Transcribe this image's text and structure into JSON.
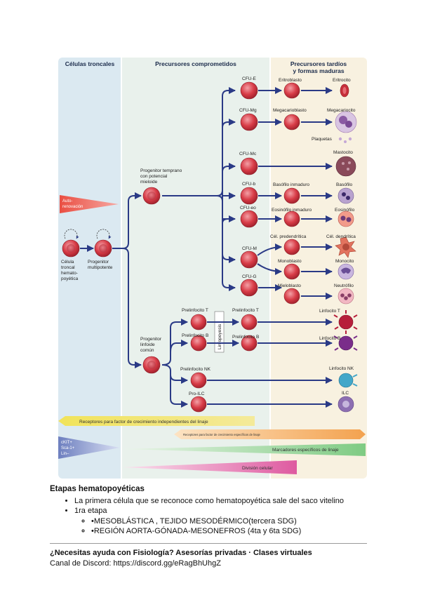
{
  "columns": {
    "stem": "Células troncales",
    "committed": "Precursores comprometidos",
    "late_line1": "Precursores tardíos",
    "late_line2": "y formas maduras"
  },
  "stem_labels": {
    "hsc": [
      "Célula",
      "troncal",
      "hemato-",
      "poyética"
    ],
    "mpp": [
      "Progenitor",
      "multipotente"
    ],
    "self_renewal": [
      "Auto-",
      "renovación"
    ],
    "markers": [
      "cKIT+",
      "Sca-1+",
      "Lin–"
    ]
  },
  "progenitors": {
    "myeloid": [
      "Progenitor temprano",
      "con potencial",
      "mieloide"
    ],
    "lymphoid": [
      "Progenitor",
      "linfoide",
      "común"
    ]
  },
  "cfu": {
    "e": "CFU-E",
    "mg": "CFU-Mg",
    "mc": "CFU-Mc",
    "b": "CFU-b",
    "eo": "CFU-eo",
    "m": "CFU-M",
    "g": "CFU-G"
  },
  "lymph_precursors": {
    "t": "Prelinfocito T",
    "b": "Prelinfocito B",
    "nk": "Prelinfocito NK",
    "ilc": "Pro-ILC",
    "t2": "Prelinfocito T",
    "b2": "Prelinfocito B",
    "lymphopoiesis": "Linfopoyesis"
  },
  "intermediates": {
    "erythro": "Eritroblasto",
    "megakaryo": "Megacarioblasto",
    "baso": "Basófilo inmaduro",
    "eosino": "Eosinófilo inmaduro",
    "dendritic": "Cél. predendrítica",
    "mono": "Monoblasto",
    "myelo": "Mieloblasto"
  },
  "mature": {
    "erythrocyte": "Eritrocito",
    "megakaryocyte": "Megacariocito",
    "platelets": "Plaquetas",
    "mast": "Mastocito",
    "basophil": "Basófilo",
    "eosinophil": "Eosinófilo",
    "dendritic": "Cél. dendrítica",
    "monocyte": "Monocito",
    "neutrophil": "Neutrófilo",
    "lymph_t": "Linfocito T",
    "lymph_b": "Linfocito B",
    "lymph_nk": "Linfocito NK",
    "ilc": "ILC"
  },
  "bands": {
    "growth_receptors": "Receptores para factor de crecimiento independientes del linaje",
    "lineage_receptors": "Receptores para factor de crecimiento específicos de linaje",
    "lineage_markers": "Marcadores específicos de linaje",
    "cell_division": "División celular"
  },
  "colors": {
    "stem_bg": "#dbe9f1",
    "committed_bg": "#e9f1ec",
    "late_bg": "#f8f1e0",
    "arrow": "#2a3a86",
    "cell": "#d83c47"
  },
  "notes": {
    "heading": "Etapas hematopoyéticas",
    "items": [
      "La primera célula que se reconoce como hematopoyética sale del saco vitelino",
      "1ra etapa"
    ],
    "subitems": [
      "•MESOBLÁSTICA , TEJIDO MESODÉRMICO(tercera SDG)",
      "•REGIÓN AORTA-GÓNADA-MESONEFROS (4ta y 6ta SDG)"
    ]
  },
  "promo": {
    "title": "¿Necesitas ayuda con Fisiología? Asesorías privadas · Clases virtuales",
    "discord": "Canal de Discord: https://discord.gg/eRagBhUhgZ"
  }
}
